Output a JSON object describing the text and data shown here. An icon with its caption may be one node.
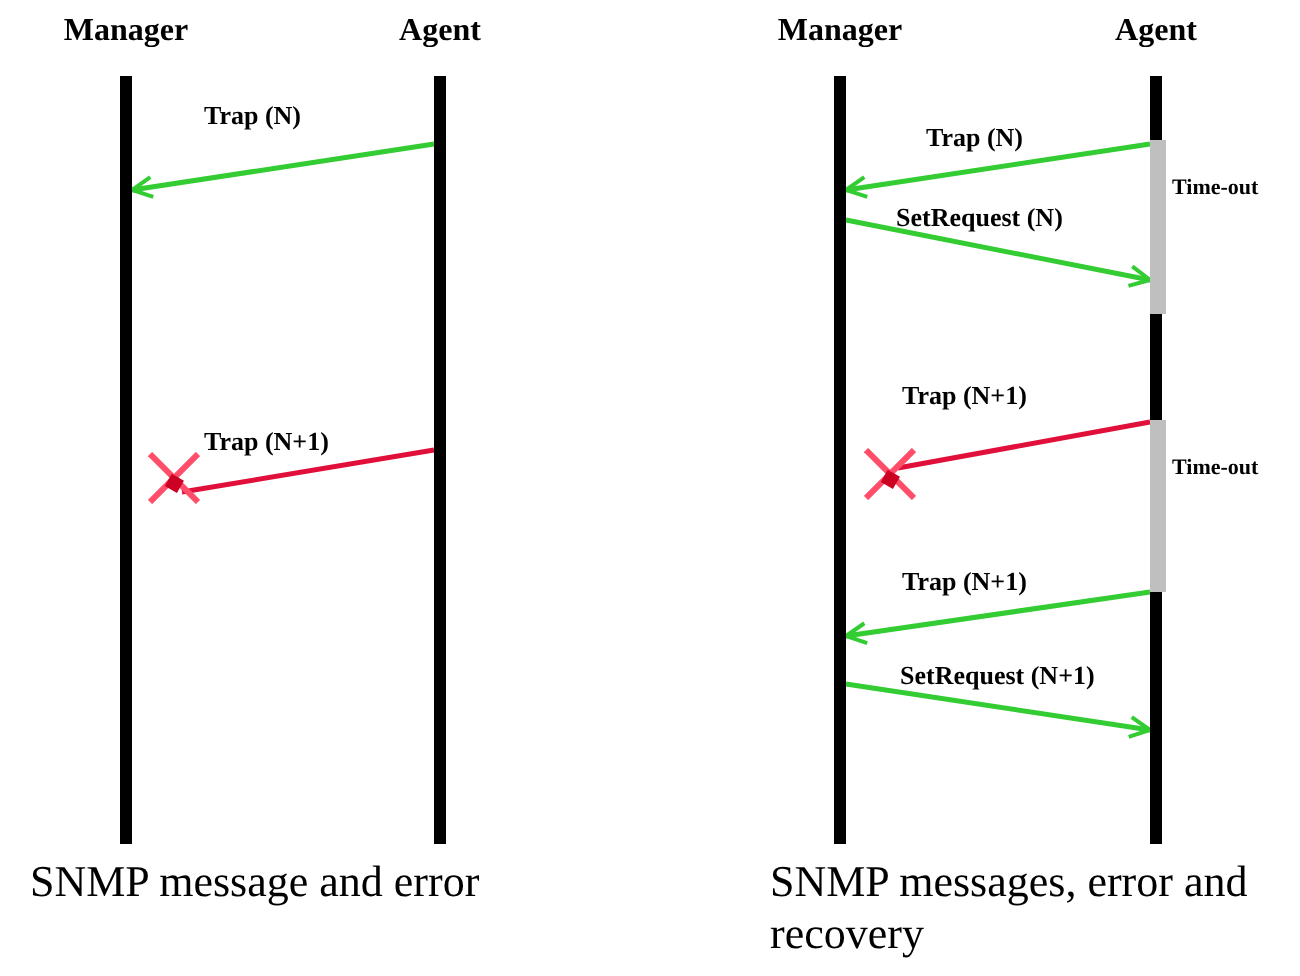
{
  "diagram": {
    "nodes": [
      {
        "text": [
          "Manager"
        ]
      },
      {
        "text": [
          "Agent"
        ]
      },
      {
        "text": [],
        "shape": "cross"
      },
      {
        "text": [
          "Manager"
        ]
      },
      {
        "text": [
          "Agent"
        ]
      },
      {
        "text": [
          "Time-out"
        ],
        "in": 4
      },
      {
        "text": [],
        "shape": "cross"
      },
      {
        "text": [
          "Time-out"
        ],
        "in": 4
      }
    ],
    "edges": [
      {
        "from": 1,
        "to": 0,
        "arrow": "to",
        "label": "Trap (N)"
      },
      {
        "from": 1,
        "to": 2,
        "arrow": "none",
        "label": "Trap (N+1)",
        "color": "#e0103a"
      },
      {
        "from": 4,
        "to": 3,
        "arrow": "to",
        "label": "Trap (N)"
      },
      {
        "from": 3,
        "to": 4,
        "arrow": "to",
        "label": "SetRequest (N)"
      },
      {
        "from": 4,
        "to": 6,
        "arrow": "none",
        "label": "Trap (N+1)",
        "color": "#e0103a"
      },
      {
        "from": 4,
        "to": 3,
        "arrow": "to",
        "label": "Trap (N+1)"
      },
      {
        "from": 3,
        "to": 4,
        "arrow": "to",
        "label": "SetRequest (N+1)"
      }
    ],
    "labels": [
      "SNMP message and error",
      "SNMP messages, error and recovery"
    ]
  }
}
